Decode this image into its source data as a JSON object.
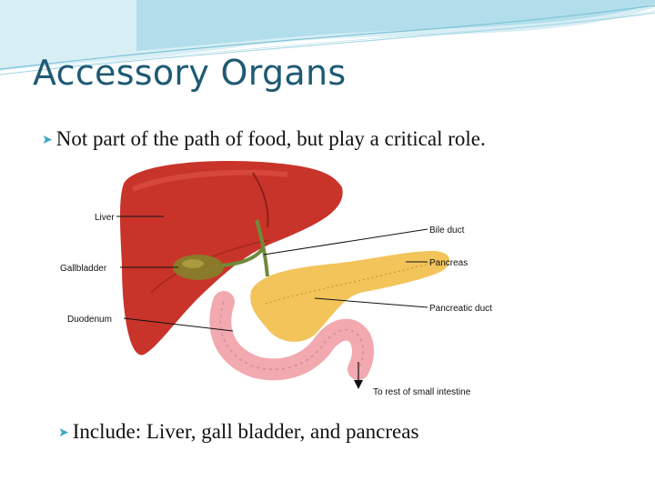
{
  "slide": {
    "title": "Accessory Organs",
    "bullets": [
      "Not part of the path of food, but play a critical role.",
      "Include: Liver, gall bladder, and pancreas"
    ]
  },
  "figure": {
    "labels": {
      "liver": "Liver",
      "gallbladder": "Gallbladder",
      "duodenum": "Duodenum",
      "bile_duct": "Bile duct",
      "pancreas": "Pancreas",
      "pancreatic_duct": "Pancreatic duct",
      "small_intestine": "To rest of small intestine"
    }
  },
  "colors": {
    "title": "#1f5a74",
    "bullet_mark": "#3aa6c4",
    "banner": "#bfe3ef",
    "liver": "#c8342a",
    "gallbladder": "#8a7a2a",
    "pancreas": "#f2c45a",
    "intestine": "#f2a9b0"
  },
  "icons": {
    "bullet_mark": "bullet-arrow-icon"
  }
}
